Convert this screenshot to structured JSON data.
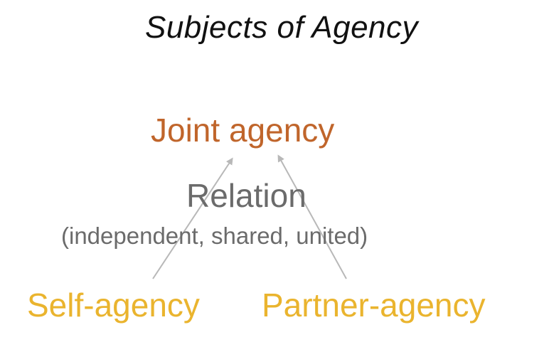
{
  "title": "Subjects of Agency",
  "nodes": {
    "joint": "Joint agency",
    "relation": "Relation",
    "relation_detail": "(independent, shared, united)",
    "self": "Self-agency",
    "partner": "Partner-agency"
  },
  "colors": {
    "title": "#111111",
    "joint": "#c0652b",
    "relation": "#6b6b6b",
    "agency": "#eab42e",
    "arrow": "#b8b8b8"
  }
}
